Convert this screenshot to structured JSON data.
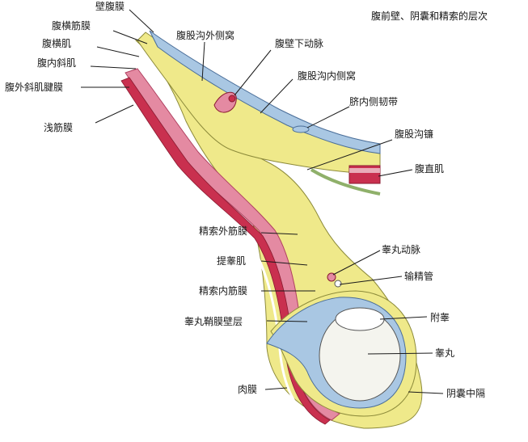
{
  "title": "腹前壁、阴囊和精索的层次",
  "labels": {
    "peritoneum": "壁腹膜",
    "transversalis_fascia": "腹横筋膜",
    "transversus": "腹横肌",
    "internal_oblique": "腹内斜肌",
    "external_oblique_aponeurosis": "腹外斜肌腱膜",
    "superficial_fascia": "浅筋膜",
    "lateral_fossa": "腹股沟外侧窝",
    "inferior_epigastric_artery": "腹壁下动脉",
    "medial_fossa": "腹股沟内侧窝",
    "medial_umbilical_fold": "脐内侧韧带",
    "inguinal_falx": "腹股沟镰",
    "rectus_abdominis": "腹直肌",
    "external_spermatic_fascia": "精索外筋膜",
    "cremaster": "提睾肌",
    "internal_spermatic_fascia": "精索内筋膜",
    "tunica_vaginalis_parietal": "睾丸鞘膜壁层",
    "dartos": "肉膜",
    "testicular_artery": "睾丸动脉",
    "ductus_deferens": "输精管",
    "epididymis": "附睾",
    "testis": "睾丸",
    "scrotal_septum": "阴囊中隔"
  },
  "colors": {
    "yellow": "#efe98a",
    "blue": "#a9c7e3",
    "pink": "#e48aa2",
    "red": "#c9304f",
    "white": "#ffffff",
    "testis_fill": "#f4f4ee",
    "green": "#8fb06a"
  }
}
